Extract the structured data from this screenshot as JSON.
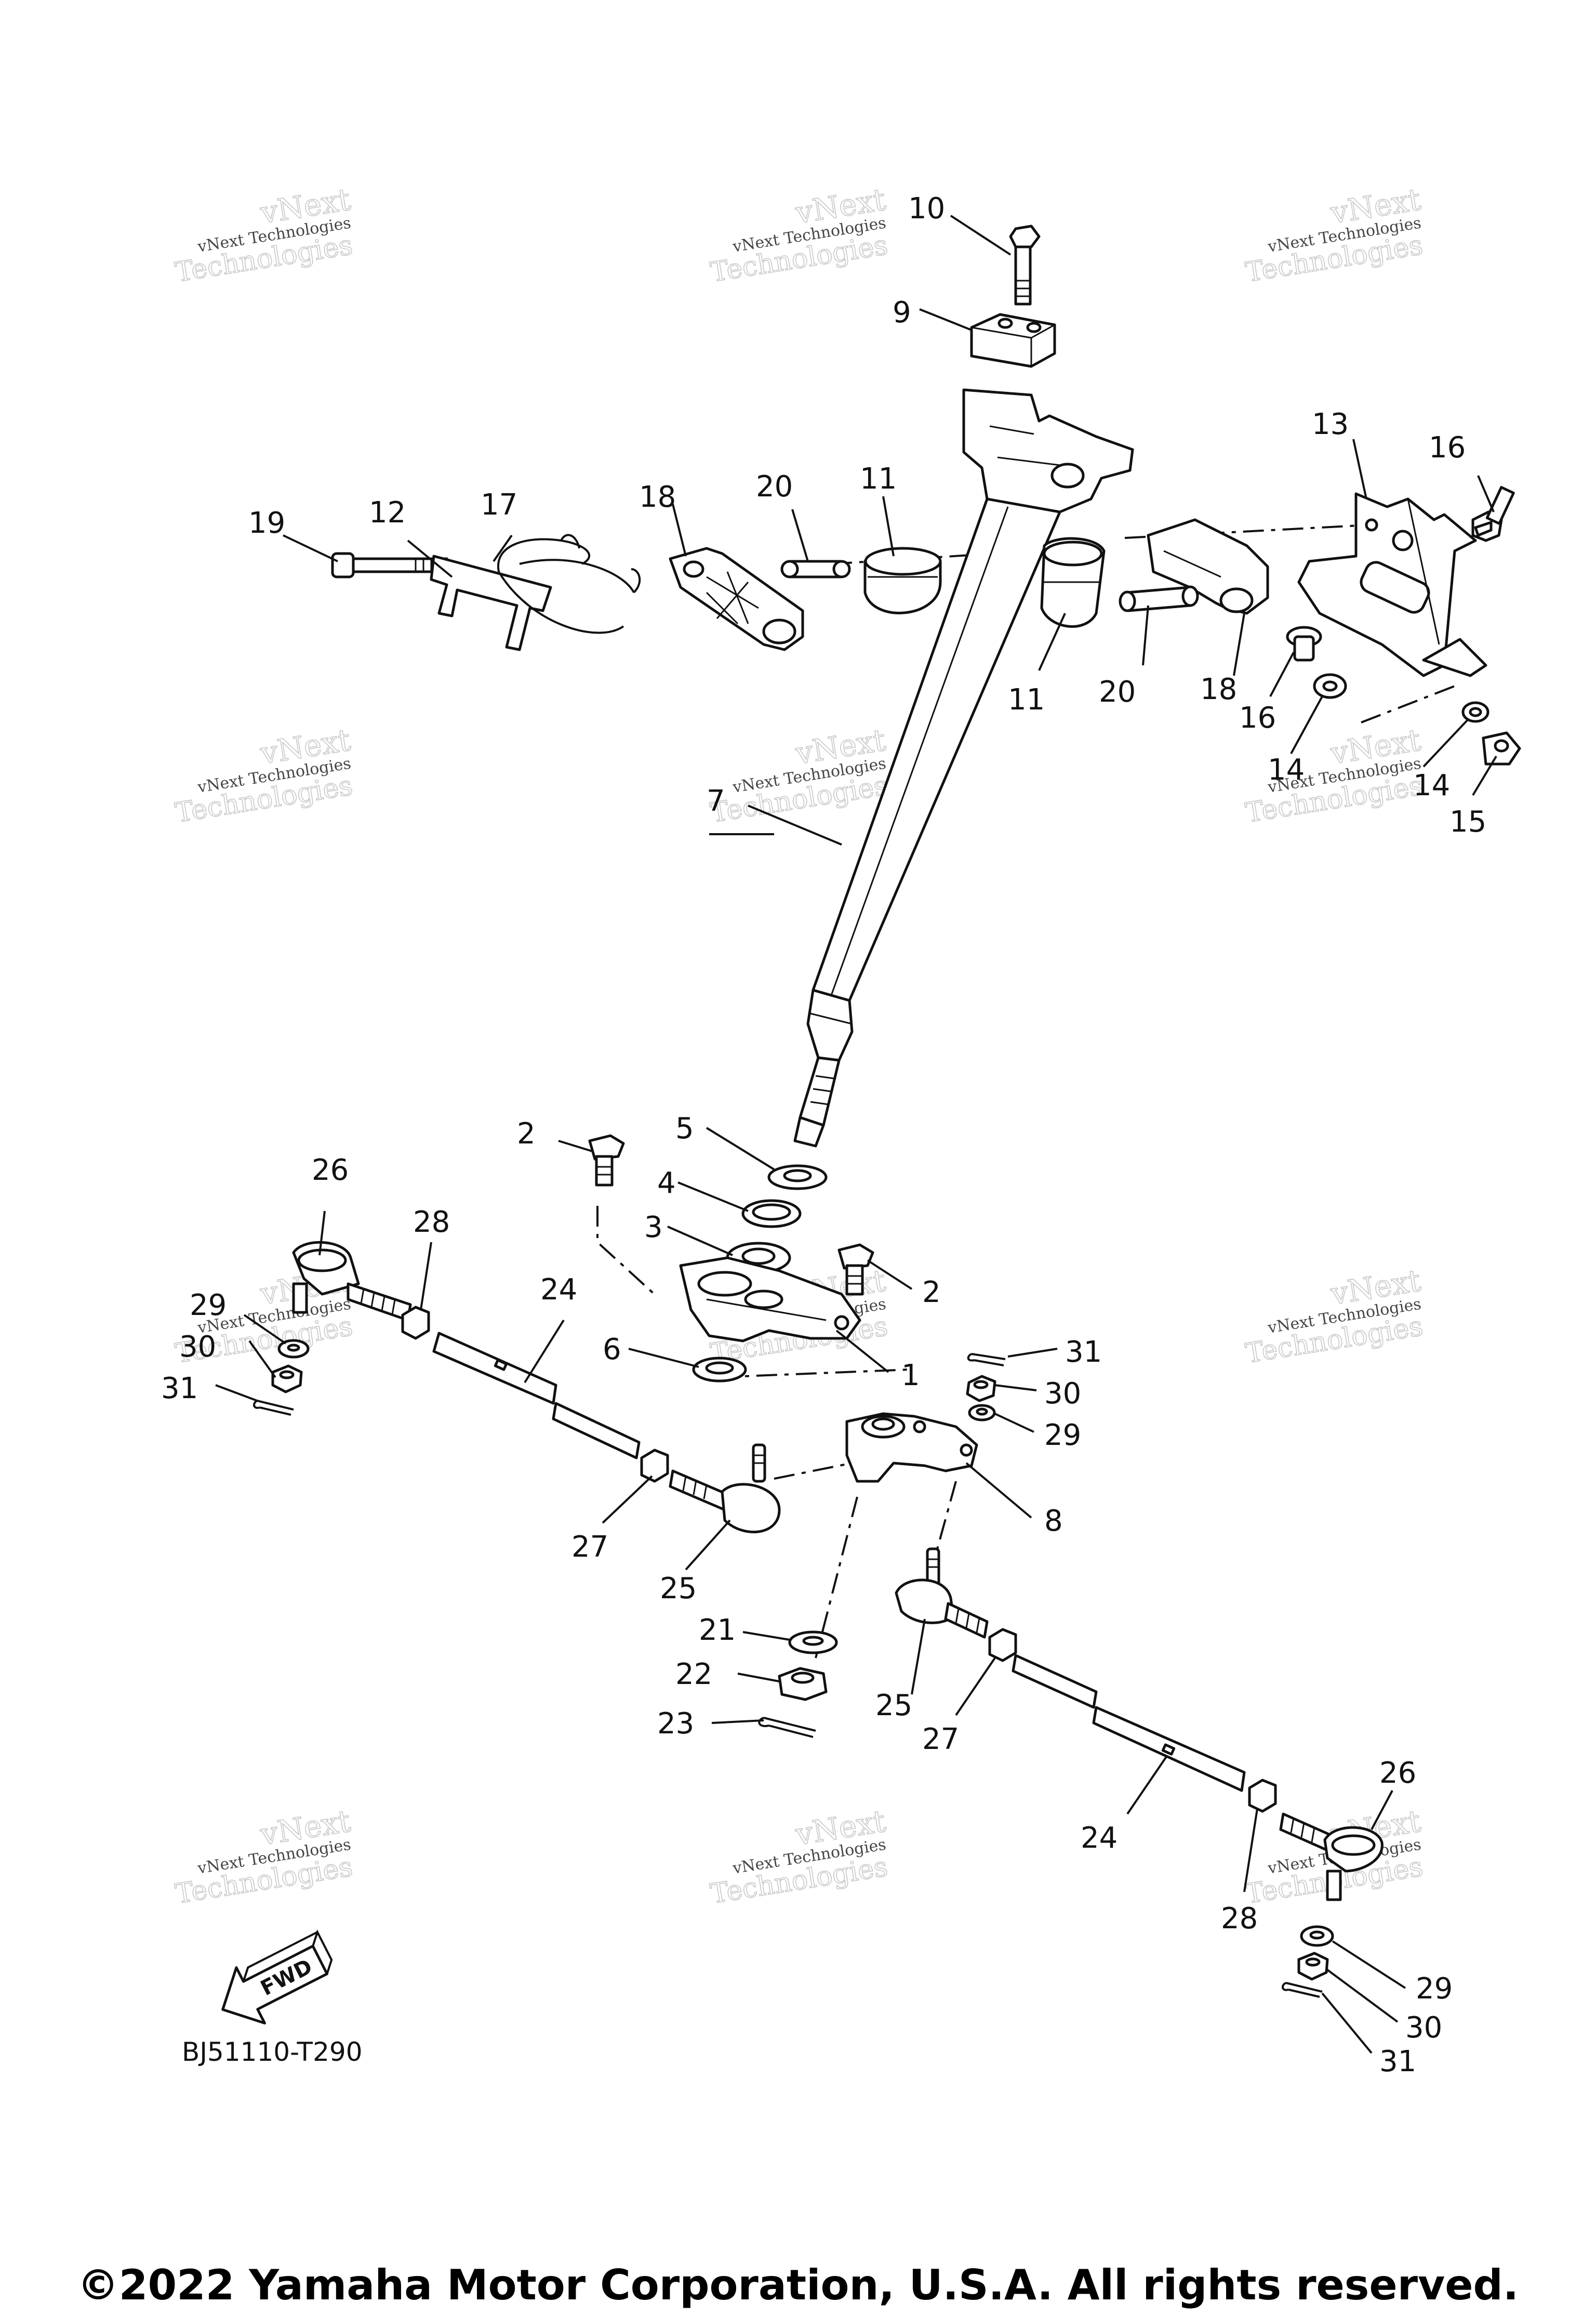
{
  "watermark": {
    "line1": "vNext Technologies",
    "line2": "vNext",
    "line3": "Technologies"
  },
  "diagram_code": "BJ51110-T290",
  "fwd_label": "FWD",
  "copyright": "©2022 Yamaha Motor Corporation, U.S.A. All rights reserved.",
  "callouts": [
    "10",
    "9",
    "19",
    "12",
    "17",
    "18",
    "20",
    "11",
    "13",
    "16",
    "11",
    "20",
    "18",
    "16",
    "14",
    "14",
    "15",
    "7",
    "5",
    "2",
    "4",
    "3",
    "2",
    "26",
    "28",
    "29",
    "30",
    "31",
    "24",
    "6",
    "1",
    "31",
    "30",
    "29",
    "8",
    "27",
    "25",
    "21",
    "22",
    "23",
    "25",
    "27",
    "24",
    "26",
    "28",
    "29",
    "30",
    "31"
  ]
}
